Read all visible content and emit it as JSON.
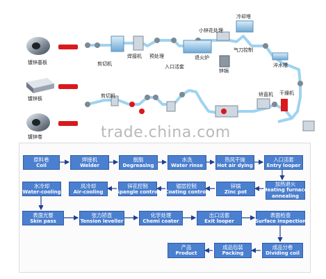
{
  "top": {
    "coil_labels": [
      "镀锌基板",
      "镀锌板",
      "镀锌卷"
    ],
    "equipment_labels": {
      "shear1": "剪切机",
      "welder": "焊接机",
      "pretreat": "预处理",
      "entry_looper": "入口活套",
      "anneal_furnace": "退火炉",
      "spangle": "小锌花处理",
      "cooling_tower": "冷却塔",
      "air_knife": "气刀控制",
      "zinc_pot": "锌锅",
      "water_quench": "淬水槽",
      "shear2": "剪切机",
      "leveller": "矫直机",
      "dryer": "干燥机"
    }
  },
  "watermark": "trade.china.com",
  "process_steps": [
    {
      "cn": "原料卷",
      "en": "Coil"
    },
    {
      "cn": "焊接机",
      "en": "Welder"
    },
    {
      "cn": "脱脂",
      "en": "Degreasing"
    },
    {
      "cn": "水洗",
      "en": "Water rinse"
    },
    {
      "cn": "热风干燥",
      "en": "Hot air dying"
    },
    {
      "cn": "入口活套",
      "en": "Entry looper"
    },
    {
      "cn": "加热退火",
      "en": "Heating furnace",
      "en2": "annealing"
    },
    {
      "cn": "锌锅",
      "en": "Zinc pot"
    },
    {
      "cn": "镀层控制",
      "en": "Coating control"
    },
    {
      "cn": "锌花控制",
      "en": "Spangle control"
    },
    {
      "cn": "风冷却",
      "en": "Air-cooling"
    },
    {
      "cn": "水冷却",
      "en": "Water-cooling"
    },
    {
      "cn": "表面光整",
      "en": "Skin pass"
    },
    {
      "cn": "张力矫直",
      "en": "Tension leveller"
    },
    {
      "cn": "化学处理",
      "en": "Chemi coater"
    },
    {
      "cn": "出口活套",
      "en": "Exit looper"
    },
    {
      "cn": "表面检查",
      "en": "Surface inspection"
    },
    {
      "cn": "成品分卷",
      "en": "Dividing coil"
    },
    {
      "cn": "成品包装",
      "en": "Packing"
    },
    {
      "cn": "产品",
      "en": "Product"
    }
  ],
  "colors": {
    "box": "#4b7fcf",
    "arrow": "#1f3f8f",
    "red": "#d9191c",
    "strip": "#9fd3ef"
  }
}
